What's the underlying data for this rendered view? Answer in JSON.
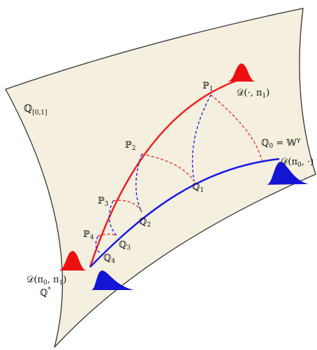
{
  "manifold_label": "ℚ",
  "manifold_label_sub": "[0,1]",
  "p_labels": [
    {
      "base": "ℙ",
      "sub": "1"
    },
    {
      "base": "ℙ",
      "sub": "2"
    },
    {
      "base": "ℙ",
      "sub": "3"
    },
    {
      "base": "ℙ",
      "sub": "4"
    }
  ],
  "q_labels": [
    {
      "base": "ℚ",
      "sub": "1"
    },
    {
      "base": "ℚ",
      "sub": "2"
    },
    {
      "base": "ℚ",
      "sub": "3"
    },
    {
      "base": "ℚ",
      "sub": "4"
    }
  ],
  "q0_label": {
    "base": "ℚ",
    "sub": "0",
    "rest": " = 𝕎",
    "sup": "γ"
  },
  "qstar_label": {
    "base": "ℚ",
    "sup": "*"
  },
  "dist_red_top": {
    "prefix": "𝒟(·, π",
    "sub": "1",
    "suffix": ")"
  },
  "dist_blue_right": {
    "prefix": "𝒟(π",
    "sub": "0",
    "suffix": ", ·)"
  },
  "dist_origin": {
    "prefix": "𝒟(π",
    "sub1": "0",
    "mid": ", π",
    "sub2": "1",
    "suffix": ")"
  },
  "colors": {
    "red_curve": "#ee2020",
    "blue_curve": "#1a1ae6",
    "surface_fill": "#f4efde",
    "surface_stroke": "#333333"
  }
}
